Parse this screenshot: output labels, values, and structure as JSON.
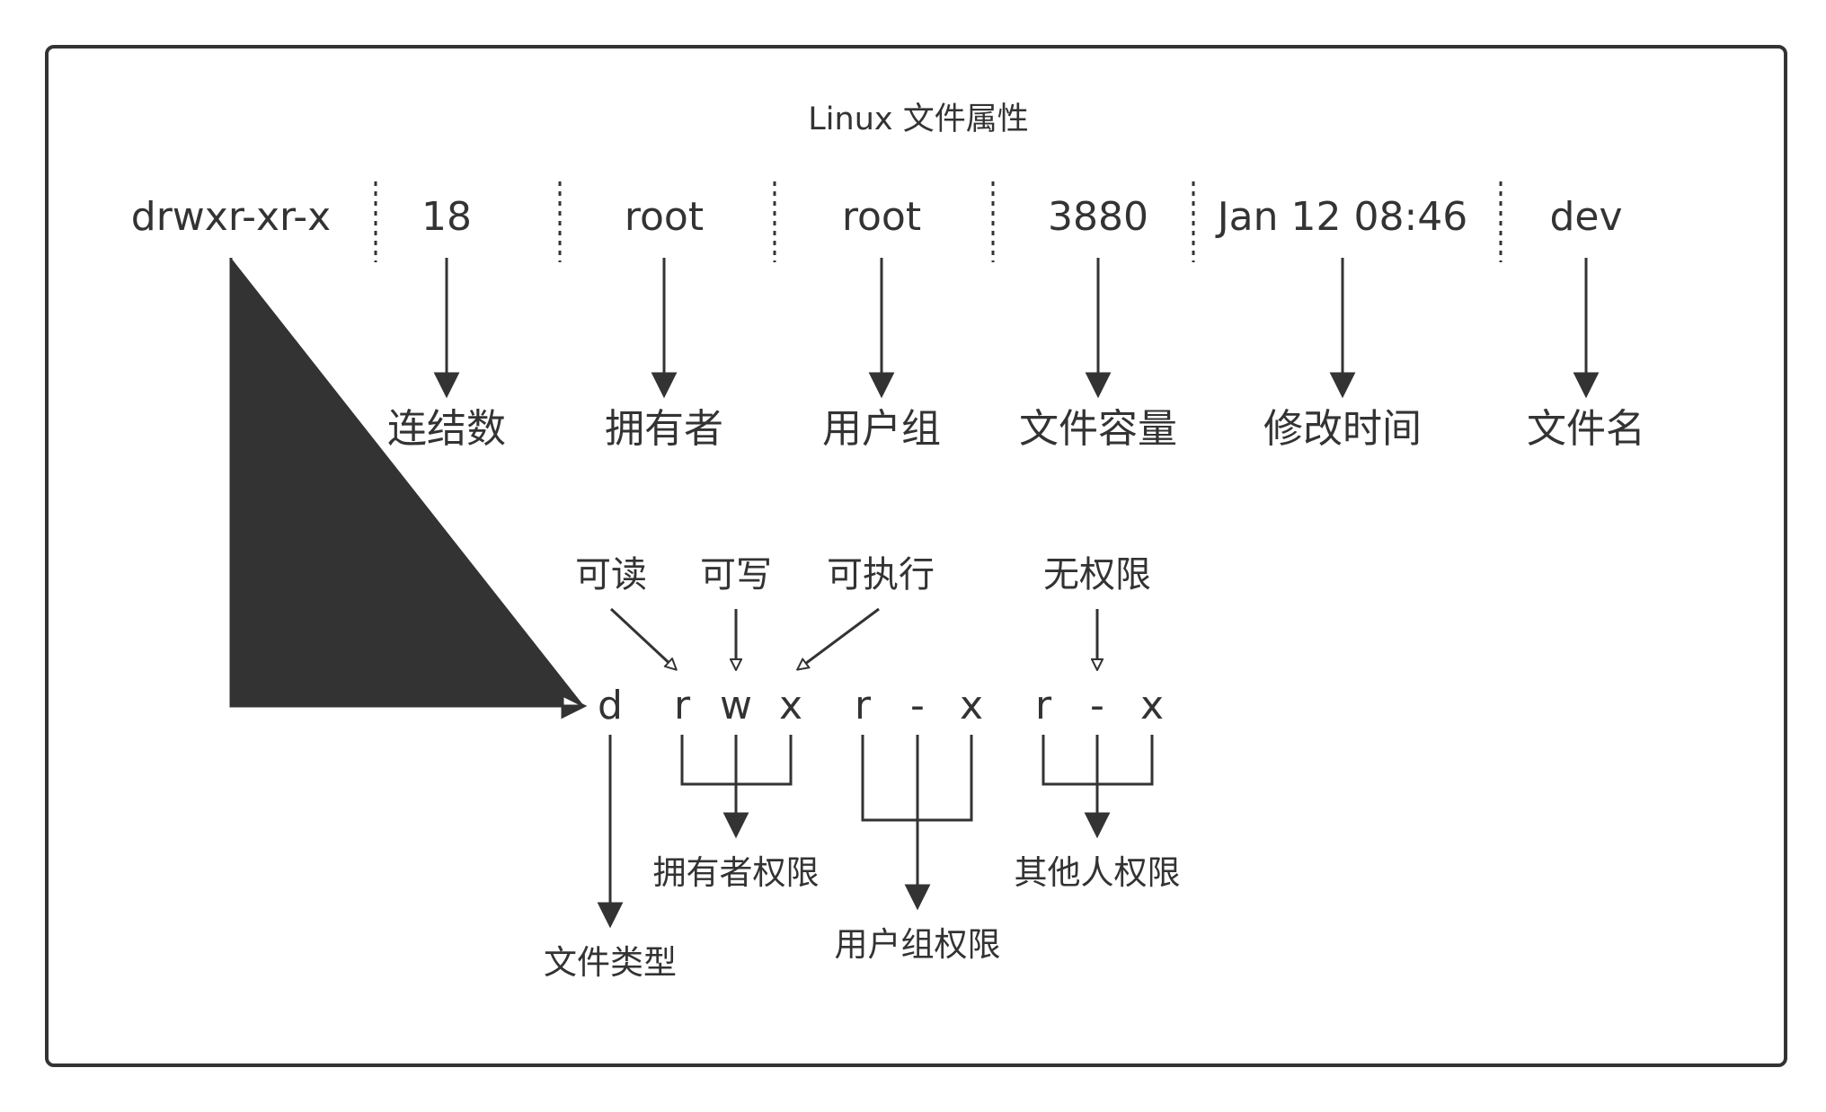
{
  "title": "Linux 文件属性",
  "fields": [
    {
      "value": "drwxr-xr-x",
      "desc": ""
    },
    {
      "value": "18",
      "desc": "连结数"
    },
    {
      "value": "root",
      "desc": "拥有者"
    },
    {
      "value": "root",
      "desc": "用户组"
    },
    {
      "value": "3880",
      "desc": "文件容量"
    },
    {
      "value": "Jan 12 08:46",
      "desc": "修改时间"
    },
    {
      "value": "dev",
      "desc": "文件名"
    }
  ],
  "perm_labels": {
    "read": "可读",
    "write": "可写",
    "execute": "可执行",
    "none": "无权限"
  },
  "perm_chars": [
    "d",
    "r",
    "w",
    "x",
    "r",
    "-",
    "x",
    "r",
    "-",
    "x"
  ],
  "groups": {
    "file_type": "文件类型",
    "owner": "拥有者权限",
    "group": "用户组权限",
    "others": "其他人权限"
  },
  "colors": {
    "stroke": "#333333",
    "text": "#333333",
    "background": "#ffffff"
  }
}
